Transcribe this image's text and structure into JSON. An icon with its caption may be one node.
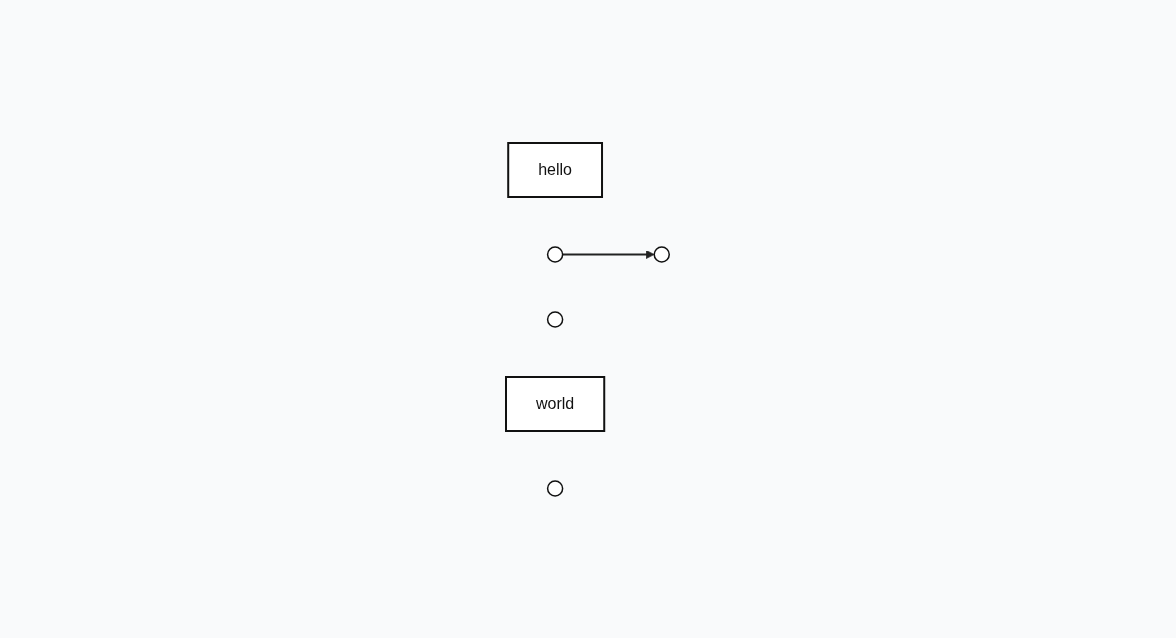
{
  "diagram": {
    "nodes": [
      {
        "text": [
          "hello"
        ]
      },
      {
        "text": [],
        "shape": "circle"
      },
      {
        "text": [],
        "shape": "circle"
      },
      {
        "text": [
          "world"
        ]
      },
      {
        "text": [],
        "shape": "circle"
      },
      {
        "text": [],
        "shape": "circle"
      }
    ],
    "edges": [
      {
        "from": 1,
        "to": 4,
        "arrow": "to"
      }
    ]
  }
}
